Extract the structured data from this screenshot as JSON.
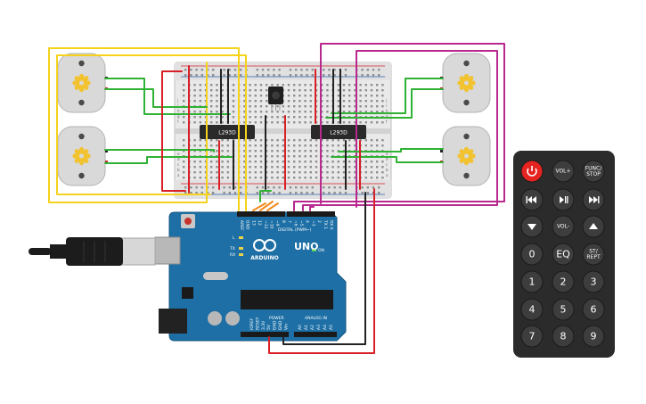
{
  "breadboard": {
    "row_letters_left": [
      "a",
      "b",
      "c",
      "d",
      "e",
      "f",
      "g",
      "h",
      "i",
      "j"
    ]
  },
  "drivers": {
    "left_label": "L293D",
    "right_label": "L293D"
  },
  "arduino": {
    "brand": "ARDUINO",
    "model": "UNO",
    "digital_label": "DIGITAL (PWM~)",
    "power_label": "POWER",
    "analog_label": "ANALOG IN",
    "on_label": "ON",
    "l_label": "L",
    "tx_label": "TX",
    "rx_label": "RX",
    "digital_pins": [
      "AREF",
      "GND",
      "13",
      "12",
      "~11",
      "~10",
      "~9",
      "8",
      "7",
      "~6",
      "~5",
      "4",
      "~3",
      "2",
      "TX 1",
      "RX 0"
    ],
    "power_pins": [
      "IOREF",
      "RESET",
      "3.3V",
      "5V",
      "GND",
      "GND",
      "Vin"
    ],
    "analog_pins": [
      "A0",
      "A1",
      "A2",
      "A3",
      "A4",
      "A5"
    ]
  },
  "remote": {
    "buttons": [
      {
        "label": "",
        "icon": "power-icon"
      },
      {
        "label": "VOL+"
      },
      {
        "label": "FUNC/\nSTOP"
      },
      {
        "label": "",
        "icon": "previous-icon"
      },
      {
        "label": "",
        "icon": "play-pause-icon"
      },
      {
        "label": "",
        "icon": "next-icon"
      },
      {
        "label": "",
        "icon": "down-icon"
      },
      {
        "label": "VOL-"
      },
      {
        "label": "",
        "icon": "up-icon"
      },
      {
        "label": "0"
      },
      {
        "label": "EQ"
      },
      {
        "label": "ST/\nREPT"
      },
      {
        "label": "1"
      },
      {
        "label": "2"
      },
      {
        "label": "3"
      },
      {
        "label": "4"
      },
      {
        "label": "5"
      },
      {
        "label": "6"
      },
      {
        "label": "7"
      },
      {
        "label": "8"
      },
      {
        "label": "9"
      }
    ]
  },
  "colors": {
    "wire_yellow": "#f5d21c",
    "wire_magenta": "#b8288f",
    "wire_green": "#2fb234",
    "wire_red": "#d81f26",
    "wire_black": "#222222",
    "wire_orange": "#f08a1c",
    "arduino_blue": "#1d6fa5",
    "remote_body": "#2b2b2b",
    "remote_button": "#3d3d3d",
    "power_button": "#e52421",
    "motor_body": "#d9d9d9",
    "motor_gear": "#f2c22f"
  }
}
